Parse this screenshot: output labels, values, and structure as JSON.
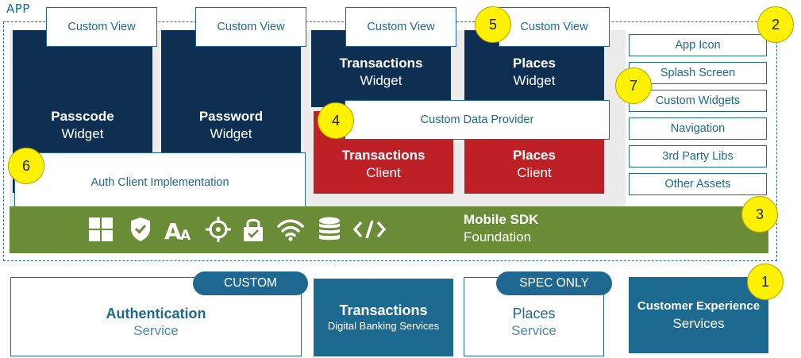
{
  "app_label": "APP",
  "widgets": {
    "passcode": {
      "title": "Passcode",
      "sub": "Widget"
    },
    "password": {
      "title": "Password",
      "sub": "Widget"
    },
    "transactions": {
      "title": "Transactions",
      "sub": "Widget"
    },
    "places": {
      "title": "Places",
      "sub": "Widget"
    }
  },
  "custom_view_label": "Custom View",
  "clients": {
    "transactions": {
      "title": "Transactions",
      "sub": "Client"
    },
    "places": {
      "title": "Places",
      "sub": "Client"
    }
  },
  "custom_data_provider": "Custom Data Provider",
  "auth_client_impl": "Auth Client Implementation",
  "right_items": [
    "App Icon",
    "Splash Screen",
    "Custom Widgets",
    "Navigation",
    "3rd Party Libs",
    "Other Assets"
  ],
  "sdk": {
    "title": "Mobile SDK",
    "sub": "Foundation"
  },
  "sdk_icons": [
    "grid-icon",
    "shield-check-icon",
    "text-size-icon",
    "crosshair-icon",
    "lock-check-icon",
    "wifi-icon",
    "database-icon",
    "code-icon"
  ],
  "services": {
    "authentication": {
      "title": "Authentication",
      "sub": "Service",
      "pill": "CUSTOM"
    },
    "transactions": {
      "title": "Transactions",
      "sub": "Digital Banking Services"
    },
    "places": {
      "title": "Places",
      "sub": "Service",
      "pill": "SPEC ONLY"
    },
    "customer_experience": {
      "title": "Customer Experience",
      "sub": "Services"
    }
  },
  "markers": {
    "m1": "1",
    "m2": "2",
    "m3": "3",
    "m4": "4",
    "m5": "5",
    "m6": "6",
    "m7": "7"
  },
  "colors": {
    "navy": "#0f2f52",
    "red": "#bf2026",
    "green": "#6b8c36",
    "teal": "#1c6a90",
    "marker": "#fff200"
  }
}
